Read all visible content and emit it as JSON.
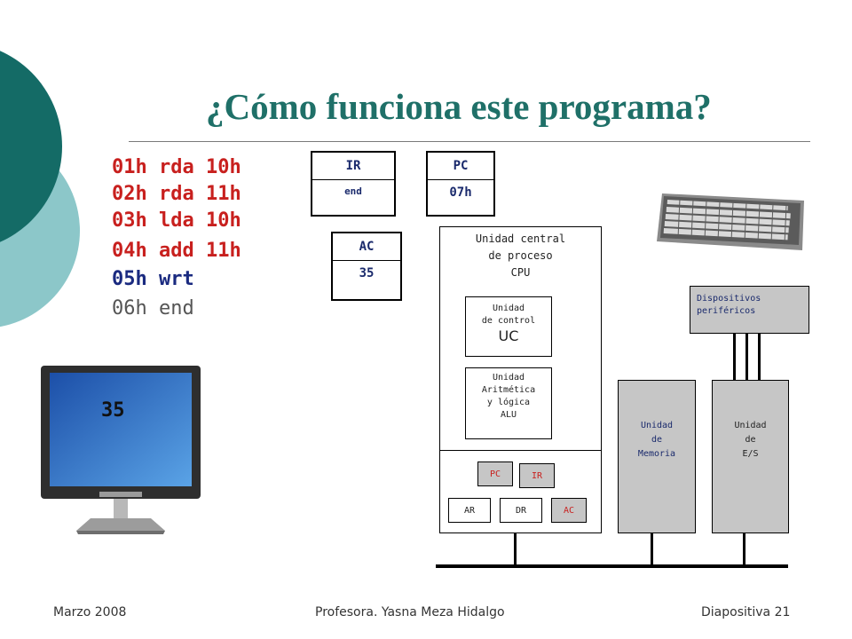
{
  "slide": {
    "title": "¿Cómo funciona este programa?"
  },
  "program": [
    {
      "text": "01h rda 10h",
      "color": "#c8201e"
    },
    {
      "text": "02h rda 11h",
      "color": "#c8201e"
    },
    {
      "text": "03h lda 10h",
      "color": "#c8201e"
    },
    {
      "text": "04h add 11h",
      "color": "#c8201e"
    },
    {
      "text": "05h wrt",
      "color": "#1a2a80"
    },
    {
      "text": "06h end",
      "color": "#555555"
    }
  ],
  "registers": {
    "ir": {
      "label": "IR",
      "value": "end"
    },
    "pc": {
      "label": "PC",
      "value": "07h"
    },
    "ac": {
      "label": "AC",
      "value": "35"
    }
  },
  "monitor": {
    "display": "35"
  },
  "cpu": {
    "title_l1": "Unidad central",
    "title_l2": "de proceso",
    "title_l3": "CPU",
    "uc_l1": "Unidad",
    "uc_l2": "de control",
    "uc_l3": "UC",
    "alu_l1": "Unidad",
    "alu_l2": "Aritmética",
    "alu_l3": "y lógica",
    "alu_l4": "ALU",
    "reg_pc": "PC",
    "reg_ir": "IR",
    "reg_ar": "AR",
    "reg_dr": "DR",
    "reg_ac": "AC"
  },
  "memory": {
    "l1": "Unidad",
    "l2": "de",
    "l3": "Memoria"
  },
  "io": {
    "l1": "Unidad",
    "l2": "de",
    "l3": "E/S"
  },
  "peripherals": {
    "l1": "Dispositivos",
    "l2": "periféricos"
  },
  "footer": {
    "date": "Marzo 2008",
    "author": "Profesora. Yasna Meza Hidalgo",
    "slide": "Diapositiva 21"
  },
  "colors": {
    "title": "#1f7068",
    "teal_dark": "#146b66",
    "teal_light": "#8cc7c9",
    "red": "#c8201e",
    "blue": "#1a2a80"
  }
}
